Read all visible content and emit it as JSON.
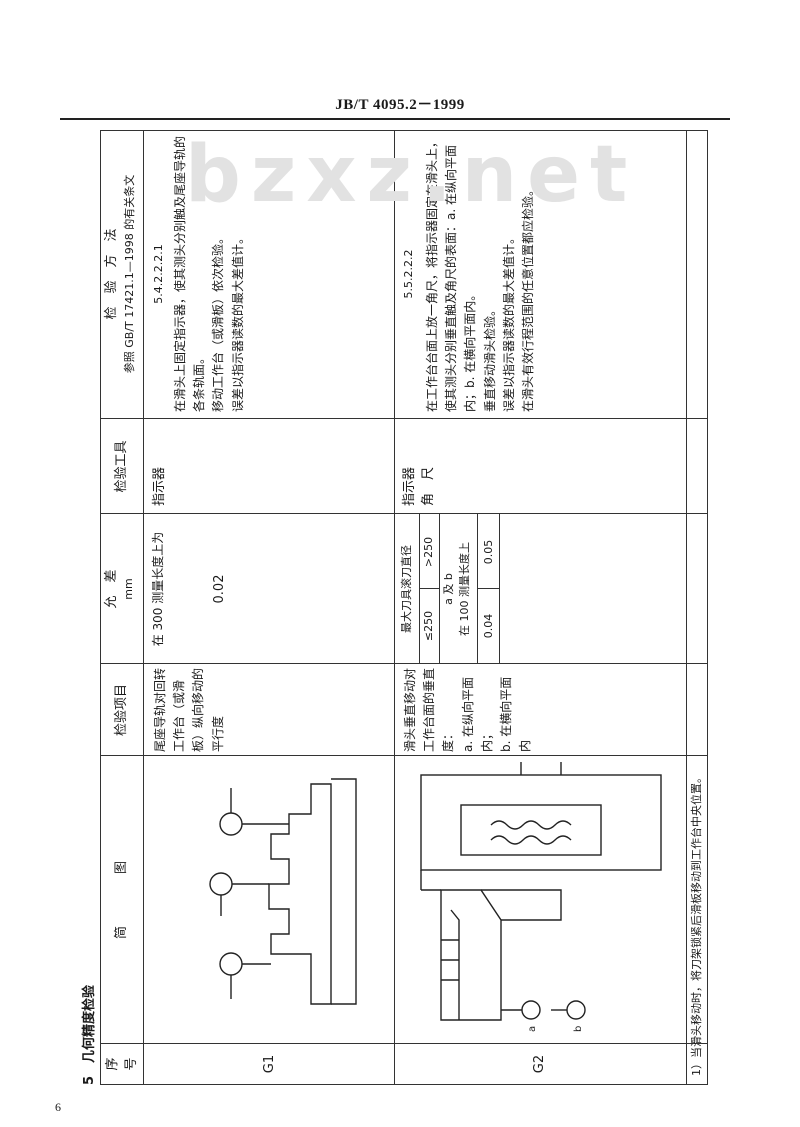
{
  "header": {
    "standard": "JB/T 4095.2－1999"
  },
  "page_number": "6",
  "watermark": "bzxz.net",
  "section": {
    "title": "5　几何精度检验"
  },
  "table": {
    "columns": {
      "seq": "序\n号",
      "diagram": "简　　　　图",
      "item": "检验项目",
      "tolerance": "允　差",
      "tolerance_unit": "mm",
      "tool": "检验工具",
      "method_title": "检　验　方　法",
      "method_ref": "参照 GB/T 17421.1—1998 的有关条文"
    },
    "rows": [
      {
        "seq": "G1",
        "item": "尾座导轨对回转工作台（或滑板）纵向移动的平行度",
        "tolerance": "在 300 测量长度上为",
        "tolerance_value": "0.02",
        "tool": "指示器",
        "ref": "5.4.2.2.2.1",
        "method": [
          "在滑头上固定指示器，使其测头分别触及尾座导轨的各条轨面。",
          "移动工作台（或滑板）依次检验。",
          "误差以指示器读数的最大差值计。"
        ]
      },
      {
        "seq": "G2",
        "item": "滑头垂直移动对工作台面的垂直度：\na. 在纵向平面内；\nb. 在横向平面内",
        "tolerance_header": "最大刀具滚刀直径",
        "col_small": "≤250",
        "col_large": ">250",
        "ab_label": "a 及 b",
        "per_length": "在 100 测量长度上",
        "val_small": "0.04",
        "val_large": "0.05",
        "tool": "指示器\n角　尺",
        "ref": "5.5.2.2.2",
        "method": [
          "在工作台台面上放一角尺，将指示器固定在滑头上，使其测头分别垂直触及角尺的表面：a. 在纵向平面内；b. 在横向平面内。",
          "垂直移动滑头检验。",
          "误差以指示器读数的最大差值计。",
          "在滑头有效行程范围的任意位置都应检验。"
        ]
      }
    ],
    "footnote": "1）当滑头移动时，将刀架锁紧后滑板移动到工作台中央位置。"
  }
}
